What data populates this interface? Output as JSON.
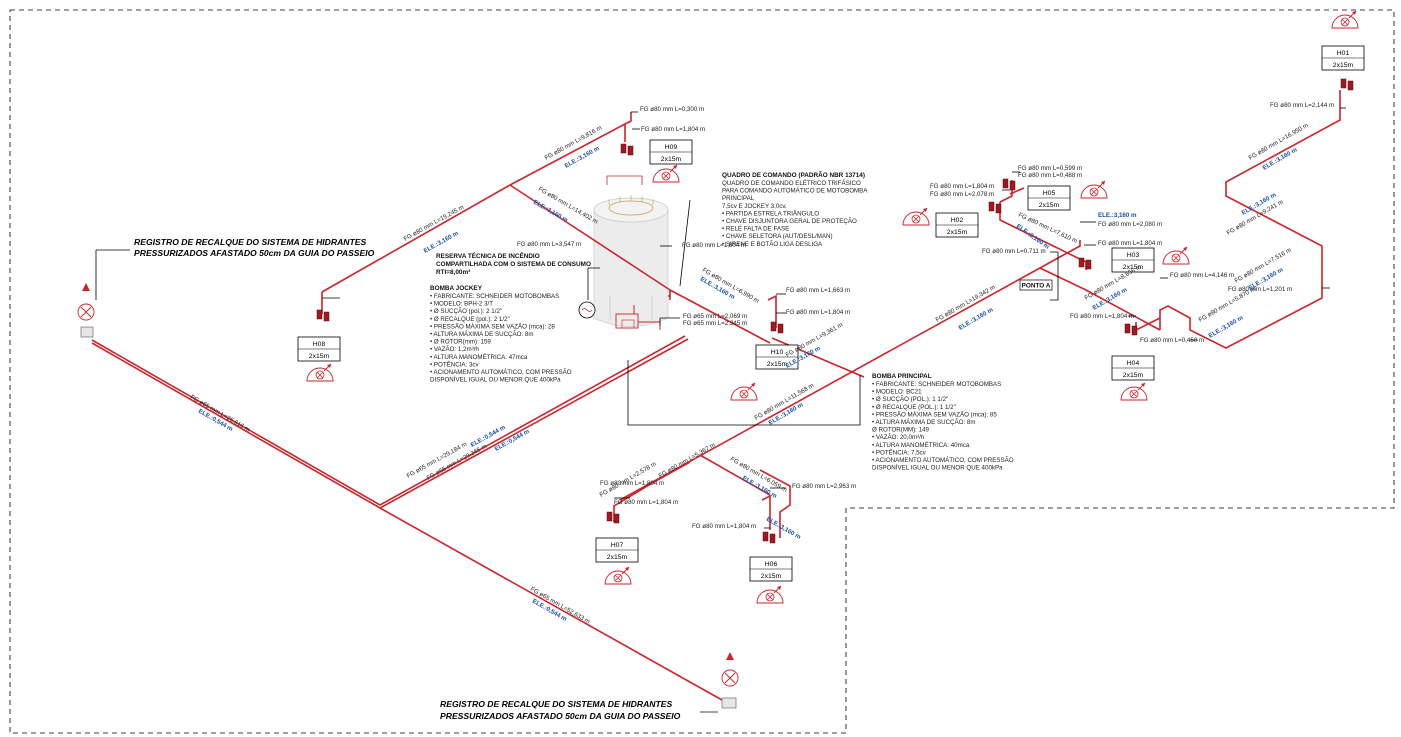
{
  "registro_top": {
    "line1": "REGISTRO DE RECALQUE DO SISTEMA DE HIDRANTES",
    "line2": "PRESSURIZADOS AFASTADO 50cm DA GUIA DO PASSEIO"
  },
  "registro_bottom": {
    "line1": "REGISTRO DE RECALQUE DO SISTEMA DE HIDRANTES",
    "line2": "PRESSURIZADOS AFASTADO 50cm DA GUIA DO PASSEIO"
  },
  "quadro": {
    "title": "QUADRO DE COMANDO (PADRÃO NBR 13714)",
    "lines": [
      "QUADRO DE COMANDO ELÉTRICO TRIFÁSICO",
      "PARA COMANDO AUTOMÁTICO DE MOTOBOMBA",
      "PRINCIPAL",
      "7,5cv E JOCKEY 3,0cv.",
      "• PARTIDA ESTRELA TRIÂNGULO",
      "• CHAVE DISJUNTORA GERAL DE PROTEÇÃO",
      "• RELÉ FALTA DE FASE",
      "• CHAVE SELETORA (AUT/DESL/MAN)",
      "• SIRENE E BOTÃO LIGA DESLIGA"
    ]
  },
  "reserva": {
    "line1": "RESERVA TÉCNICA DE INCÊNDIO",
    "line2": "COMPARTILHADA COM O SISTEMA DE CONSUMO",
    "line3": "RTI=8,00m³"
  },
  "jockey": {
    "title": "BOMBA JOCKEY",
    "lines": [
      "• FABRICANTE: SCHNEIDER MOTOBOMBAS",
      "• MODELO: BPH-2 3/T",
      "• Ø SUCÇÃO (pol.): 2 1/2\"",
      "• Ø RECALQUE (pol.): 2 1/2\"",
      "• PRESSÃO MÁXIMA SEM VAZÃO (mca): 28",
      "• ALTURA MÁXIMA DE SUCÇÃO: 8m",
      "• Ø ROTOR(mm): 159",
      "• VAZÃO: 1,2m³/h",
      "• ALTURA MANOMÉTRICA: 47mca",
      "• POTÊNCIA: 3cv",
      "• ACIONAMENTO AUTOMÁTICO, COM PRESSÃO",
      "DISPONÍVEL IGUAL OU MENOR QUE 400kPa"
    ]
  },
  "principal": {
    "title": "BOMBA PRINCIPAL",
    "lines": [
      "• FABRICANTE: SCHNEIDER MOTOBOMBAS",
      "• MODELO: BC21",
      "• Ø SUCÇÃO (POL.): 1 1/2\"",
      "• Ø RECALQUE (POL.): 1 1/2\"",
      "• PRESSÃO MÁXIMA SEM VAZÃO (mca): 85",
      "• ALTURA MÁXIMA DE SUCÇÃO: 8m",
      "Ø ROTOR(MM): 149",
      "• VAZÃO: 20,0m³/h",
      "• ALTURA MANOMÉTRICA: 40mca",
      "• POTÊNCIA: 7,5cv",
      "• ACIONAMENTO AUTOMÁTICO, COM PRESSÃO",
      "DISPONÍVEL IGUAL OU MENOR QUE 400kPa"
    ]
  },
  "ponto_a": "PONTO A",
  "hydrants": [
    {
      "name": "H01",
      "size": "2x15m"
    },
    {
      "name": "H02",
      "size": "2x15m"
    },
    {
      "name": "H05",
      "size": "2x15m"
    },
    {
      "name": "H03",
      "size": "2x15m"
    },
    {
      "name": "H04",
      "size": "2x15m"
    },
    {
      "name": "H09",
      "size": "2x15m"
    },
    {
      "name": "H08",
      "size": "2x15m"
    },
    {
      "name": "H10",
      "size": "2x15m"
    },
    {
      "name": "H07",
      "size": "2x15m"
    },
    {
      "name": "H06",
      "size": "2x15m"
    }
  ],
  "pipe_labels": [
    "FG ø80 mm L=0,300 m",
    "FG ø80 mm L=1,804 m",
    "FG ø80 mm L=9,816 m",
    "ELE.:3,160 m",
    "FG ø80 mm L=19,245 m",
    "ELE.:3,160 m",
    "FG ø80 mm L=14,402 m",
    "ELE.:3,160 m",
    "FG ø80 mm L=3,547 m",
    "FG ø80 mm L=1,804 m",
    "FG ø80 mm L=6,990 m",
    "ELE.:3,160 m",
    "FG ø80 mm L=1,663 m",
    "FG ø80 mm L=1,804 m",
    "FG ø65 mm L=2,069 m",
    "FG ø65 mm L=2,345 m",
    "FG ø80 mm L=9,361 m",
    "ELE.:3,160 m",
    "FG ø80 mm L=0,599 m",
    "FG ø80 mm L=0,488 m",
    "FG ø80 mm L=1,804 m",
    "FG ø80 mm L=2,078 m",
    "FG ø80 mm L=7,610 m",
    "ELE.:3,160 m",
    "ELE.:3,160 m",
    "FG ø80 mm L=2,080 m",
    "FG ø80 mm L=1,804 m",
    "FG ø80 mm L=0,711 m",
    "FG ø80 mm L=19,342 m",
    "ELE.:3,160 m",
    "FG ø80 mm L=8,656 m",
    "ELE.:3,160 m",
    "FG ø80 mm L=4,146 m",
    "FG ø80 mm L=1,804 m",
    "FG ø80 mm L=0,450 m",
    "FG ø80 mm L=5,870 m",
    "ELE.:3,160 m",
    "FG ø80 mm L=1,201 m",
    "FG ø80 mm L=7,516 m",
    "ELE.:3,160 m",
    "FG ø80 mm L=9,241 m",
    "ELE.:3,160 m",
    "FG ø80 mm L=16,950 m",
    "ELE.:3,160 m",
    "FG ø80 mm L=2,144 m",
    "FG ø80 mm L=11,568 m",
    "ELE.:3,160 m",
    "FG ø65 mm L=26,616 m",
    "ELE.:0,544 m",
    "FG ø65 mm L=29,184 m",
    "ELE.:0,544 m",
    "FG ø65 mm L=29,365 m",
    "ELE.:0,544 m",
    "FG ø80 mm L=2,578 m",
    "FG ø80 mm L=1,804 m",
    "FG ø80 mm L=5,367 m",
    "FG ø80 mm L=6,059 m",
    "ELE.:3,160 m",
    "FG ø80 mm L=2,963 m",
    "ELE.:3,160 m",
    "FG ø80 mm L=1,804 m",
    "FG ø65 mm L=52,633 m",
    "ELE.:0,544 m",
    "FG ø80 mm L=1,804 m"
  ]
}
